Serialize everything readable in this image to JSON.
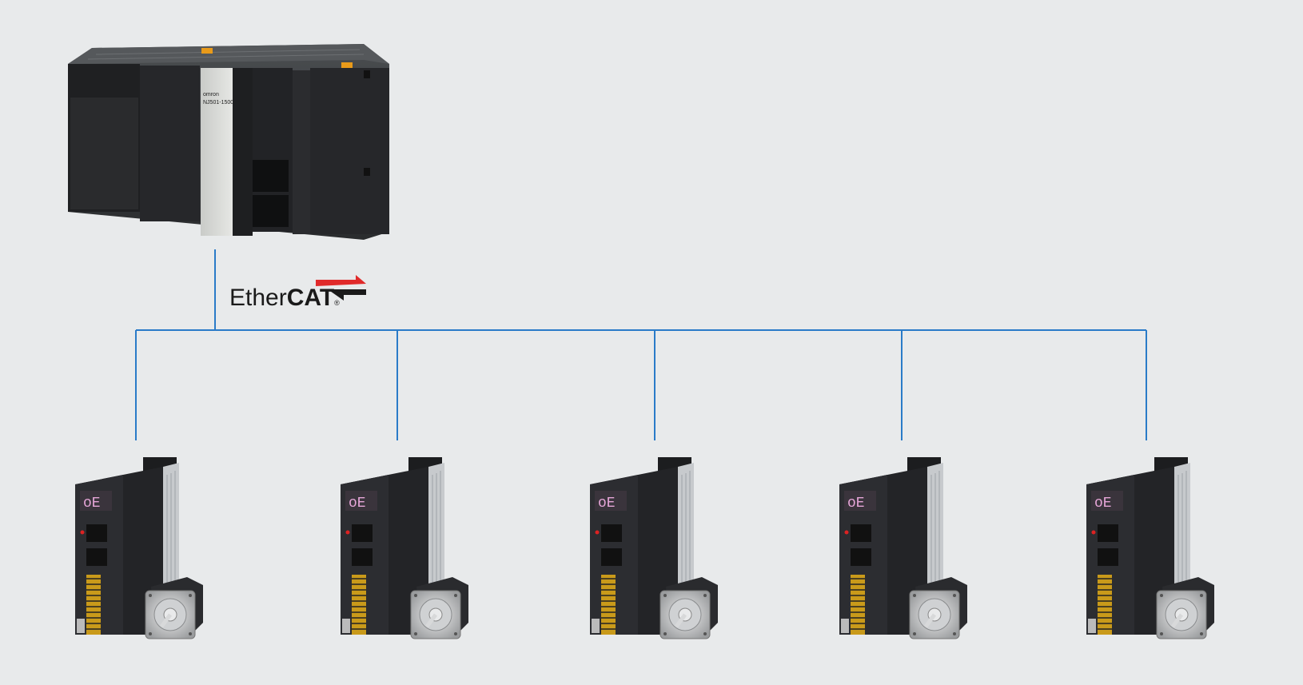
{
  "controller": {
    "brand": "omron",
    "model": "NJ501-1500"
  },
  "network": {
    "name_regular": "Ether",
    "name_bold": "CAT",
    "registered": "®",
    "line_color": "#2a7bc8",
    "arrow_color": "#e02a2a"
  },
  "drives": [
    {
      "display": "oE"
    },
    {
      "display": "oE"
    },
    {
      "display": "oE"
    },
    {
      "display": "oE"
    },
    {
      "display": "oE"
    }
  ]
}
